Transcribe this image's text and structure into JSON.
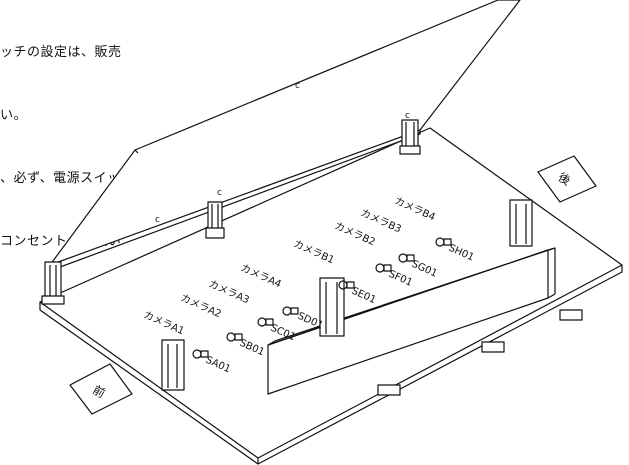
{
  "note": {
    "lines": [
      "ッチの設定は、販売",
      "い。",
      "、必ず、電源スイッ",
      "コンセントより抜い"
    ]
  },
  "labels": {
    "front": "前",
    "rear": "後",
    "cover_marks": [
      "c",
      "c",
      "c",
      "c"
    ]
  },
  "cameras": [
    {
      "camera": "カメラA1",
      "switch": "SA01"
    },
    {
      "camera": "カメラA2",
      "switch": "SB01"
    },
    {
      "camera": "カメラA3",
      "switch": "SC01"
    },
    {
      "camera": "カメラA4",
      "switch": "SD01"
    },
    {
      "camera": "カメラB1",
      "switch": "SE01"
    },
    {
      "camera": "カメラB2",
      "switch": "SF01"
    },
    {
      "camera": "カメラB3",
      "switch": "SG01"
    },
    {
      "camera": "カメラB4",
      "switch": "SH01"
    }
  ]
}
